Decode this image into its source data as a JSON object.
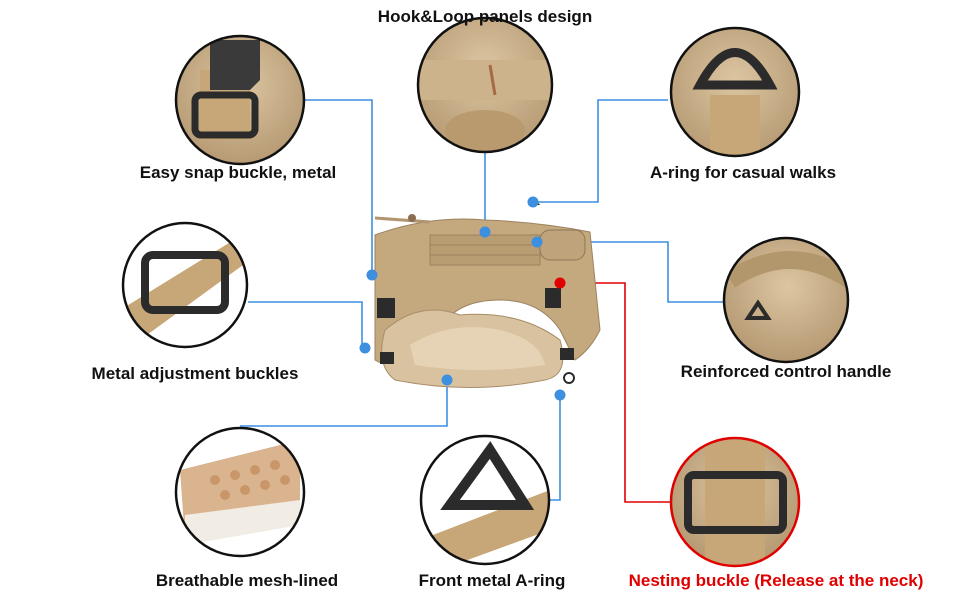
{
  "title": "Hook&Loop panels design",
  "features": [
    {
      "id": "snap-buckle",
      "label": "Easy snap buckle, metal"
    },
    {
      "id": "a-ring",
      "label": "A-ring for casual walks"
    },
    {
      "id": "adjust-buckles",
      "label": "Metal adjustment buckles"
    },
    {
      "id": "handle",
      "label": "Reinforced control handle"
    },
    {
      "id": "mesh",
      "label": "Breathable mesh-lined"
    },
    {
      "id": "front-ring",
      "label": "Front metal A-ring"
    },
    {
      "id": "nesting",
      "label": "Nesting buckle (Release at the neck)"
    }
  ],
  "colors": {
    "line": "#3d8fe0",
    "highlight": "#e00000",
    "tan": "#c8ad85",
    "metal": "#2b2b2b"
  }
}
